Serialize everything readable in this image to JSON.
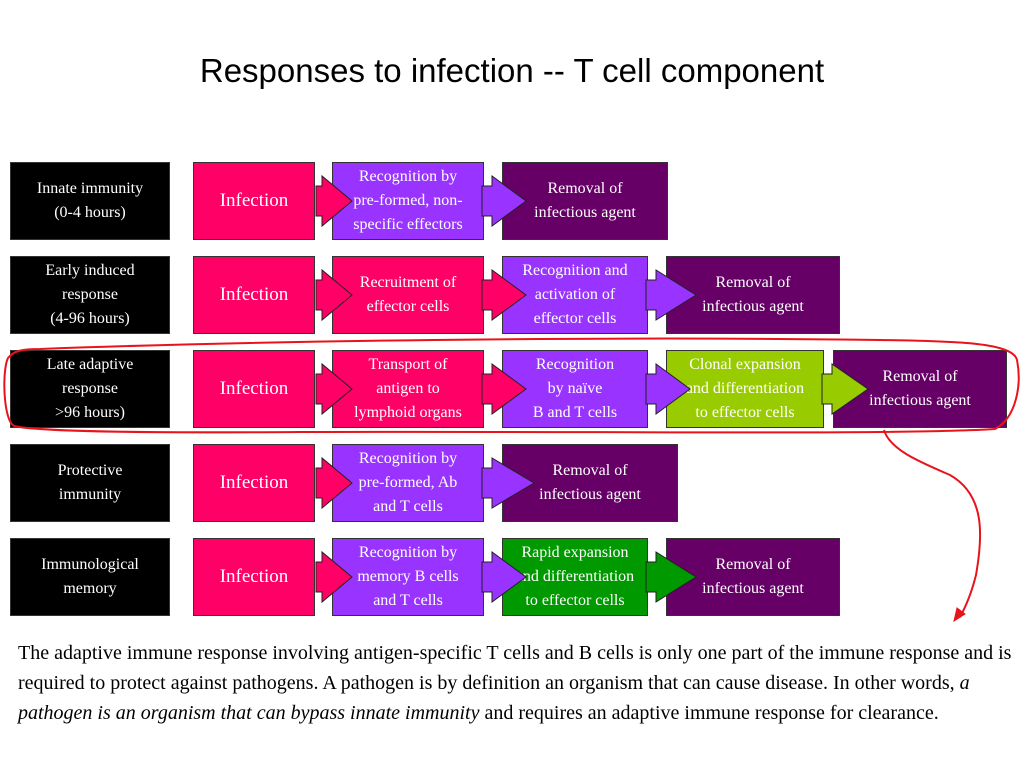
{
  "title": "Responses to infection -- T cell component",
  "rows": [
    {
      "label": "Innate immunity\n(0-4 hours)",
      "infection": "Infection",
      "step2": "Recognition by\npre-formed, non-\nspecific effectors",
      "step3": "Removal of\ninfectious agent"
    },
    {
      "label": "Early induced\nresponse\n(4-96 hours)",
      "infection": "Infection",
      "step2": "Recruitment of\neffector cells",
      "step3": "Recognition and\nactivation of\neffector cells",
      "step4": "Removal of\ninfectious agent"
    },
    {
      "label": "Late adaptive\nresponse\n>96 hours)",
      "infection": "Infection",
      "step2": "Transport of\nantigen to\nlymphoid organs",
      "step3": "Recognition\nby naïve\nB and T cells",
      "step4": "Clonal expansion\nand differentiation\nto effector cells",
      "step5": "Removal of\ninfectious agent"
    },
    {
      "label": "Protective\nimmunity",
      "infection": "Infection",
      "step2": "Recognition by\npre-formed, Ab\nand T cells",
      "step3": "Removal of\ninfectious agent"
    },
    {
      "label": "Immunological\nmemory",
      "infection": "Infection",
      "step2": "Recognition by\nmemory B cells\nand T cells",
      "step3": "Rapid expansion\nand differentiation\nto effector cells",
      "step4": "Removal of\ninfectious agent"
    }
  ],
  "caption": {
    "part1": "The adaptive immune response involving antigen-specific T cells and B cells is only one part of the immune response and is required to protect against pathogens.  A pathogen is by definition an organism that can cause disease.  In other words, ",
    "italic": "a pathogen is an organism that can bypass innate immunity",
    "part2": " and requires an adaptive immune response for clearance."
  },
  "colors": {
    "label": "#000000",
    "infection": "#ff0066",
    "recognition": "#9933ff",
    "removal": "#660066",
    "clonal_expansion": "#99cc00",
    "rapid_expansion": "#009900",
    "highlight": "#e8141c"
  }
}
